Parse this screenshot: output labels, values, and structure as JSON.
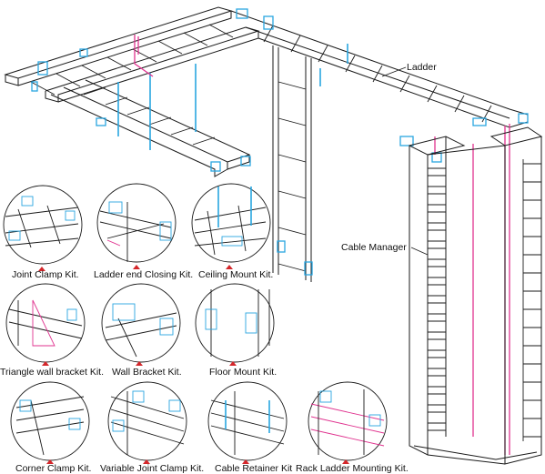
{
  "colors": {
    "line": "#1a1a1a",
    "accent_blue": "#29a6e0",
    "accent_pink": "#e0338f",
    "marker_red": "#d4262a"
  },
  "callouts": {
    "ladder": "Ladder",
    "cable_manager": "Cable Manager"
  },
  "kits": [
    {
      "label": "Joint Clamp Kit."
    },
    {
      "label": "Ladder end Closing Kit."
    },
    {
      "label": "Ceiling Mount Kit."
    },
    {
      "label": "Triangle wall bracket Kit."
    },
    {
      "label": "Wall Bracket Kit."
    },
    {
      "label": "Floor Mount Kit."
    },
    {
      "label": "Corner Clamp Kit."
    },
    {
      "label": "Variable Joint Clamp Kit."
    },
    {
      "label": "Cable Retainer Kit"
    },
    {
      "label": "Rack  Ladder Mounting Kit."
    }
  ]
}
